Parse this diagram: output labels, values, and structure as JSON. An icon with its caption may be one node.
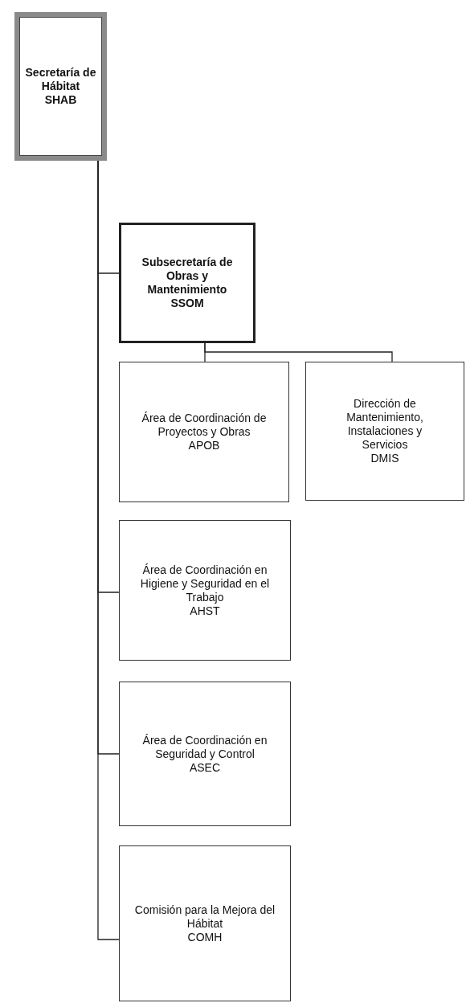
{
  "diagram": {
    "nodes": [
      {
        "text": [
          "Secretaría de Hábitat",
          "SHAB"
        ]
      },
      {
        "text": [
          "Subsecretaría de Obras y Mantenimiento",
          "SSOM"
        ]
      },
      {
        "text": [
          "Área de Coordinación de Proyectos y Obras",
          "APOB"
        ]
      },
      {
        "text": [
          "Dirección de Mantenimiento, Instalaciones y Servicios",
          "DMIS"
        ]
      },
      {
        "text": [
          "Área de Coordinación en Higiene y Seguridad en el Trabajo",
          "AHST"
        ]
      },
      {
        "text": [
          "Área de Coordinación en Seguridad y Control",
          "ASEC"
        ]
      },
      {
        "text": [
          "Comisión para la Mejora del Hábitat",
          "COMH"
        ]
      }
    ],
    "edges": [
      {
        "from": 0,
        "to": 1,
        "arrow": "none"
      },
      {
        "from": 1,
        "to": 2,
        "arrow": "none"
      },
      {
        "from": 1,
        "to": 3,
        "arrow": "none"
      },
      {
        "from": 0,
        "to": 4,
        "arrow": "none"
      },
      {
        "from": 0,
        "to": 5,
        "arrow": "none"
      },
      {
        "from": 0,
        "to": 6,
        "arrow": "none"
      }
    ]
  }
}
